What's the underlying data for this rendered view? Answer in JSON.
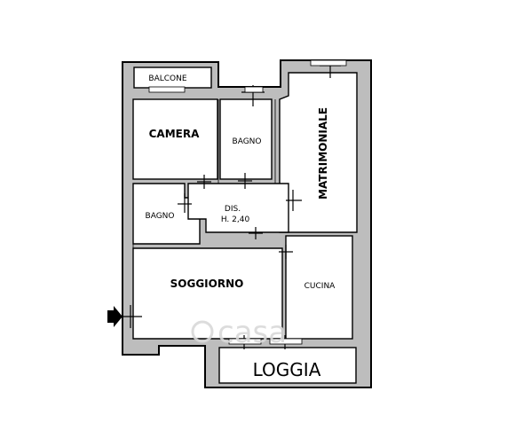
{
  "rooms": {
    "balcone": "BALCONE",
    "camera": "CAMERA",
    "bagno_top": "BAGNO",
    "matrimoniale": "MATRIMONIALE",
    "bagno_left": "BAGNO",
    "dis": "DIS.",
    "dis_height": "H. 2,40",
    "soggiorno": "SOGGIORNO",
    "cucina": "CUCINA",
    "loggia": "LOGGIA"
  },
  "watermark": "casa",
  "entrance_icon": "entrance-arrow-icon"
}
